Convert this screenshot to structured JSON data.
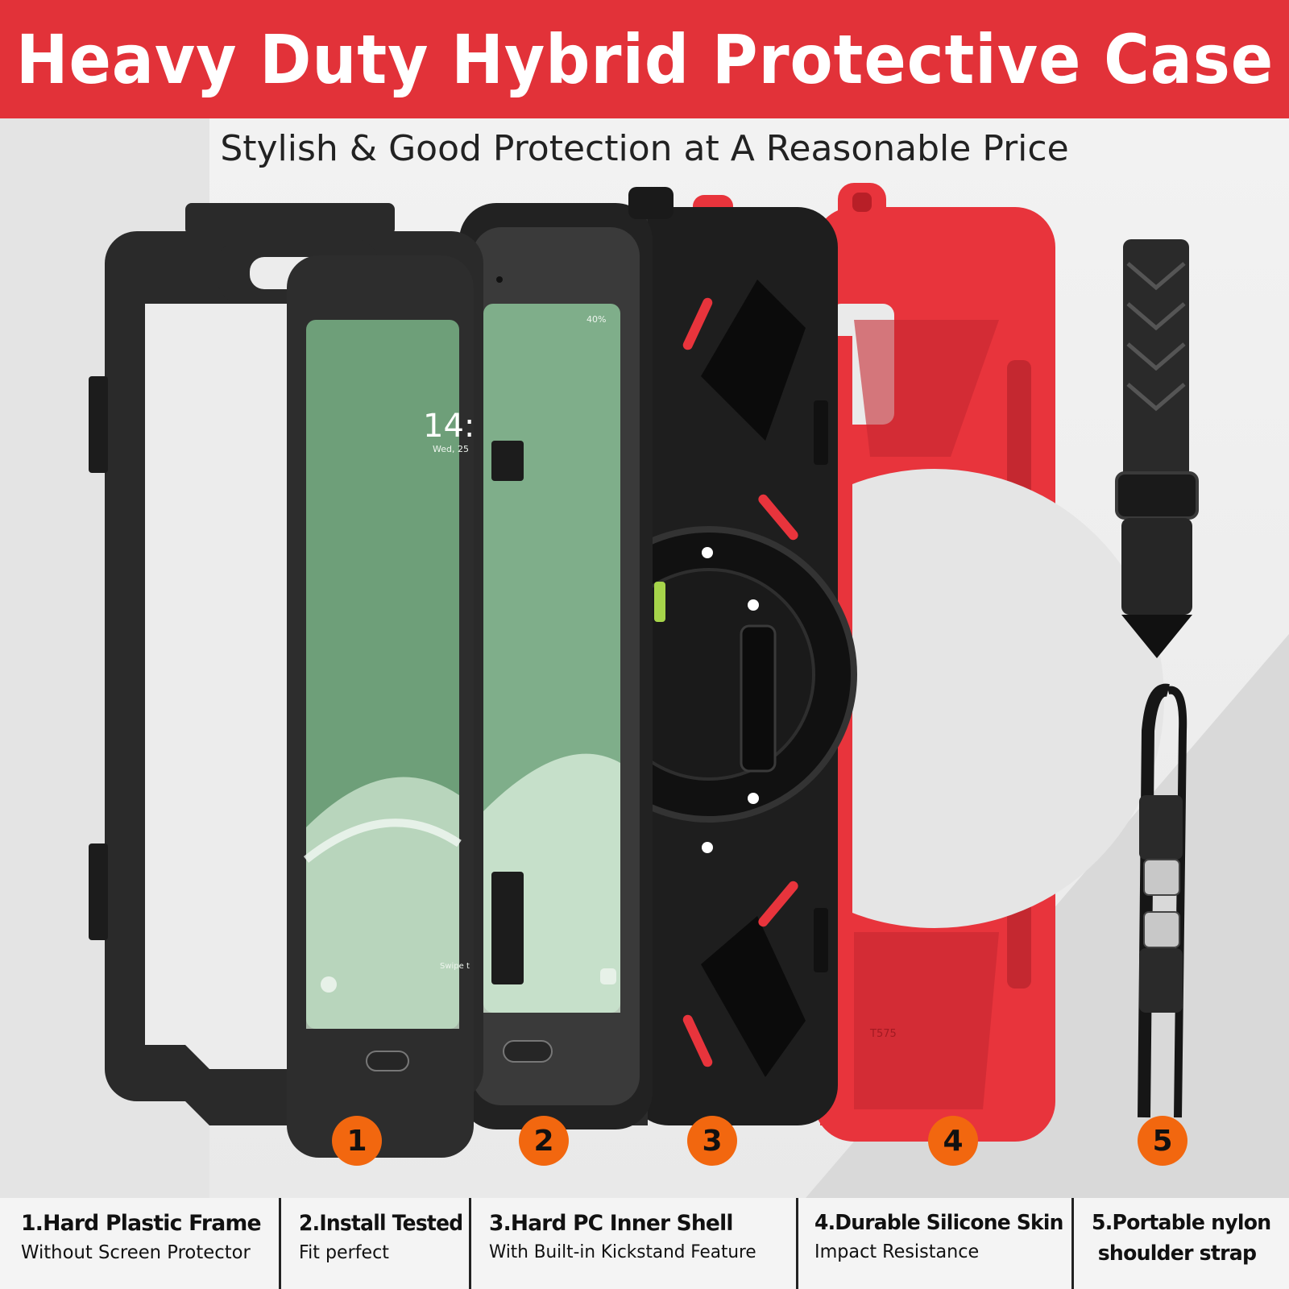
{
  "banner": {
    "title": "Heavy Duty Hybrid Protective Case",
    "color": "#e23239"
  },
  "subtitle": "Stylish & Good Protection at A Reasonable Price",
  "screen": {
    "time": "14:",
    "date": "Wed, 25",
    "swipe": "Swipe t",
    "status": "40%"
  },
  "model_mark": "T575",
  "badges": [
    "1",
    "2",
    "3",
    "4",
    "5"
  ],
  "features": [
    {
      "title": "1.Hard Plastic Frame",
      "desc": "Without Screen Protector"
    },
    {
      "title": "2.Install Tested",
      "desc": "Fit perfect"
    },
    {
      "title": "3.Hard PC Inner Shell",
      "desc": "With Built-in Kickstand Feature"
    },
    {
      "title": "4.Durable Silicone Skin",
      "desc": "Impact Resistance"
    },
    {
      "title": "5.Portable nylon",
      "desc": "shoulder strap"
    }
  ],
  "colors": {
    "accent": "#e23239",
    "badge": "#f2670f",
    "frame": "#2a2a2a",
    "skin": "#e8343c",
    "screen": "#7fae8a"
  }
}
